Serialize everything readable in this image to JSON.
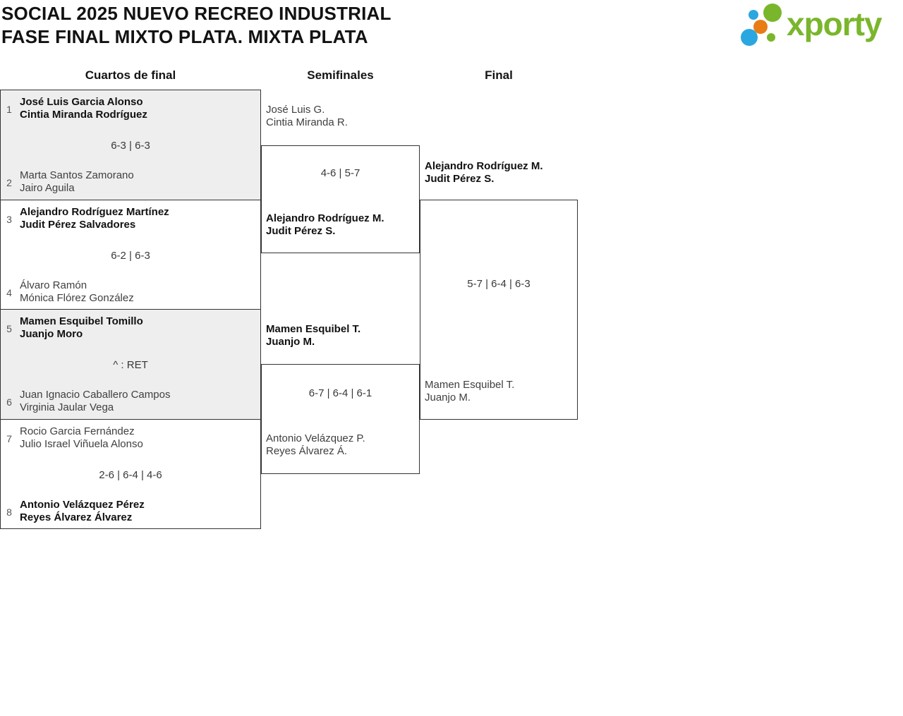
{
  "header": {
    "title_line1": "SOCIAL 2025 NUEVO RECREO INDUSTRIAL",
    "title_line2": "FASE FINAL MIXTO PLATA. MIXTA PLATA",
    "logo_text": "xporty"
  },
  "colors": {
    "logo_green": "#7ab62c",
    "logo_blue": "#2aa7e0",
    "logo_orange": "#e87d15",
    "row_shade": "#eeeeee",
    "line": "#333333"
  },
  "rounds": {
    "quarterfinals_label": "Cuartos de final",
    "semifinals_label": "Semifinales",
    "final_label": "Final"
  },
  "bracket": {
    "quarterfinals": [
      {
        "top": {
          "seed": "1",
          "line1": "José Luis Garcia Alonso",
          "line2": "Cintia Miranda Rodríguez",
          "winner": true
        },
        "score": "6-3 | 6-3",
        "bottom": {
          "seed": "2",
          "line1": "Marta Santos Zamorano",
          "line2": "Jairo Aguila",
          "winner": false
        }
      },
      {
        "top": {
          "seed": "3",
          "line1": "Alejandro Rodríguez Martínez",
          "line2": "Judit Pérez Salvadores",
          "winner": true
        },
        "score": "6-2 | 6-3",
        "bottom": {
          "seed": "4",
          "line1": "Álvaro Ramón",
          "line2": "Mónica Flórez González",
          "winner": false
        }
      },
      {
        "top": {
          "seed": "5",
          "line1": "Mamen Esquibel Tomillo",
          "line2": "Juanjo Moro",
          "winner": true
        },
        "score": "^ : RET",
        "bottom": {
          "seed": "6",
          "line1": "Juan Ignacio Caballero Campos",
          "line2": "Virginia Jaular Vega",
          "winner": false
        }
      },
      {
        "top": {
          "seed": "7",
          "line1": "Rocio Garcia Fernández",
          "line2": "Julio Israel Viñuela Alonso",
          "winner": false
        },
        "score": "2-6 | 6-4 | 4-6",
        "bottom": {
          "seed": "8",
          "line1": "Antonio Velázquez Pérez",
          "line2": "Reyes Álvarez Álvarez",
          "winner": true
        }
      }
    ],
    "semifinals": [
      {
        "top": {
          "line1": "José Luis G.",
          "line2": "Cintia Miranda R.",
          "winner": false
        },
        "score": "4-6 | 5-7",
        "bottom": {
          "line1": "Alejandro Rodríguez M.",
          "line2": "Judit Pérez S.",
          "winner": true
        }
      },
      {
        "top": {
          "line1": "Mamen Esquibel T.",
          "line2": "Juanjo M.",
          "winner": true
        },
        "score": "6-7 | 6-4 | 6-1",
        "bottom": {
          "line1": "Antonio Velázquez P.",
          "line2": "Reyes Álvarez Á.",
          "winner": false
        }
      }
    ],
    "final": {
      "top": {
        "line1": "Alejandro Rodríguez M.",
        "line2": "Judit Pérez S.",
        "winner": true
      },
      "score": "5-7 | 6-4 | 6-3",
      "bottom": {
        "line1": "Mamen Esquibel T.",
        "line2": "Juanjo M.",
        "winner": false
      }
    }
  }
}
